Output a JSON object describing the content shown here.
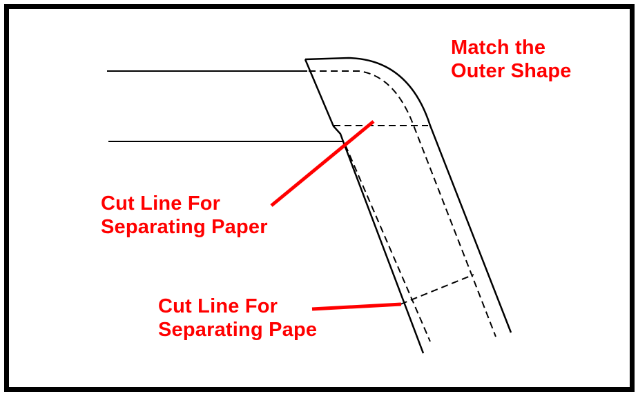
{
  "colors": {
    "annotation": "#ff0000",
    "line": "#000000",
    "border": "#000000",
    "background": "#ffffff"
  },
  "annotations": {
    "outer_shape": {
      "line1": "Match the",
      "line2": "Outer Shape"
    },
    "cut_line_upper": {
      "line1": "Cut Line For",
      "line2": "Separating Paper"
    },
    "cut_line_lower": {
      "line1": "Cut Line For",
      "line2": "Separating Pape"
    }
  }
}
